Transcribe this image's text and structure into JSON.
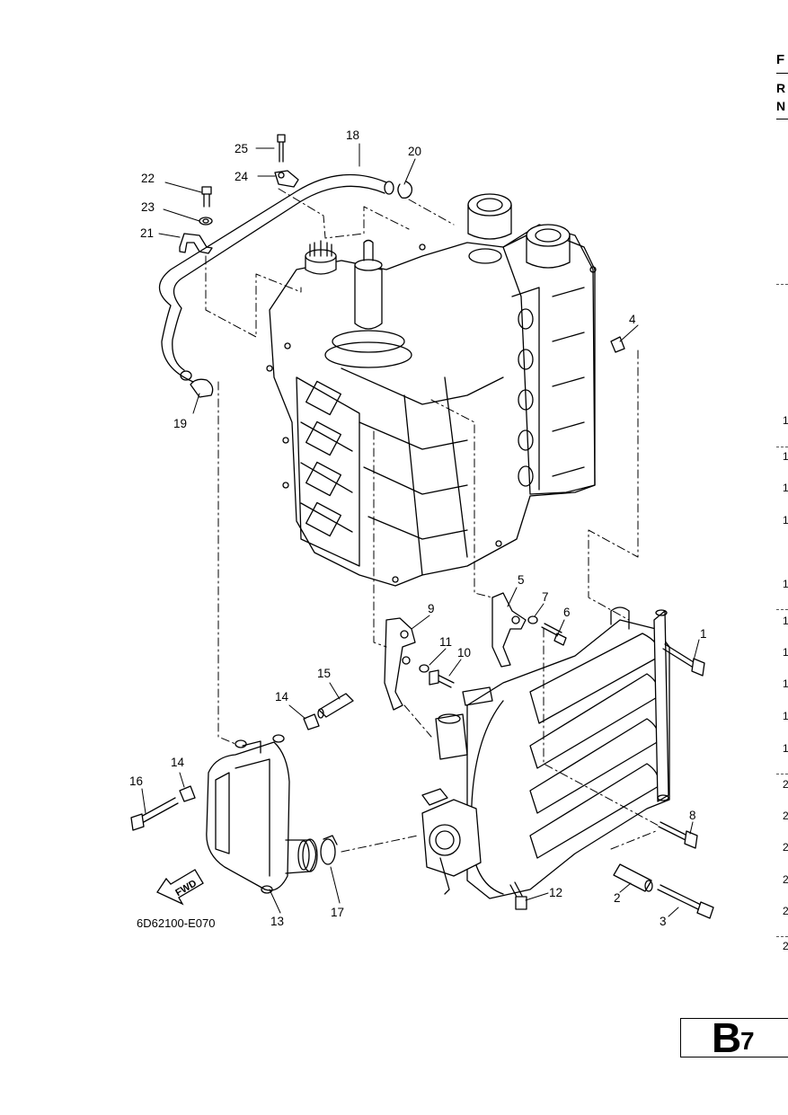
{
  "drawing_code": "6D62100-E070",
  "fwd_label": "FWD",
  "page": {
    "letter": "B",
    "number": "7"
  },
  "header_edge": [
    "F",
    "R",
    "N"
  ],
  "edge_digits": [
    "1",
    "1",
    "1",
    "1",
    "1",
    "1",
    "1",
    "1",
    "1",
    "1",
    "2",
    "2",
    "2",
    "2",
    "2",
    "2"
  ],
  "callouts": [
    {
      "id": "c1",
      "text": "1"
    },
    {
      "id": "c2",
      "text": "2"
    },
    {
      "id": "c3",
      "text": "3"
    },
    {
      "id": "c4",
      "text": "4"
    },
    {
      "id": "c5",
      "text": "5"
    },
    {
      "id": "c6",
      "text": "6"
    },
    {
      "id": "c7",
      "text": "7"
    },
    {
      "id": "c8",
      "text": "8"
    },
    {
      "id": "c9",
      "text": "9"
    },
    {
      "id": "c10",
      "text": "10"
    },
    {
      "id": "c11",
      "text": "11"
    },
    {
      "id": "c12",
      "text": "12"
    },
    {
      "id": "c13",
      "text": "13"
    },
    {
      "id": "c14a",
      "text": "14"
    },
    {
      "id": "c14b",
      "text": "14"
    },
    {
      "id": "c15",
      "text": "15"
    },
    {
      "id": "c16",
      "text": "16"
    },
    {
      "id": "c17",
      "text": "17"
    },
    {
      "id": "c18",
      "text": "18"
    },
    {
      "id": "c19",
      "text": "19"
    },
    {
      "id": "c20",
      "text": "20"
    },
    {
      "id": "c21",
      "text": "21"
    },
    {
      "id": "c22",
      "text": "22"
    },
    {
      "id": "c23",
      "text": "23"
    },
    {
      "id": "c24",
      "text": "24"
    },
    {
      "id": "c25",
      "text": "25"
    }
  ]
}
